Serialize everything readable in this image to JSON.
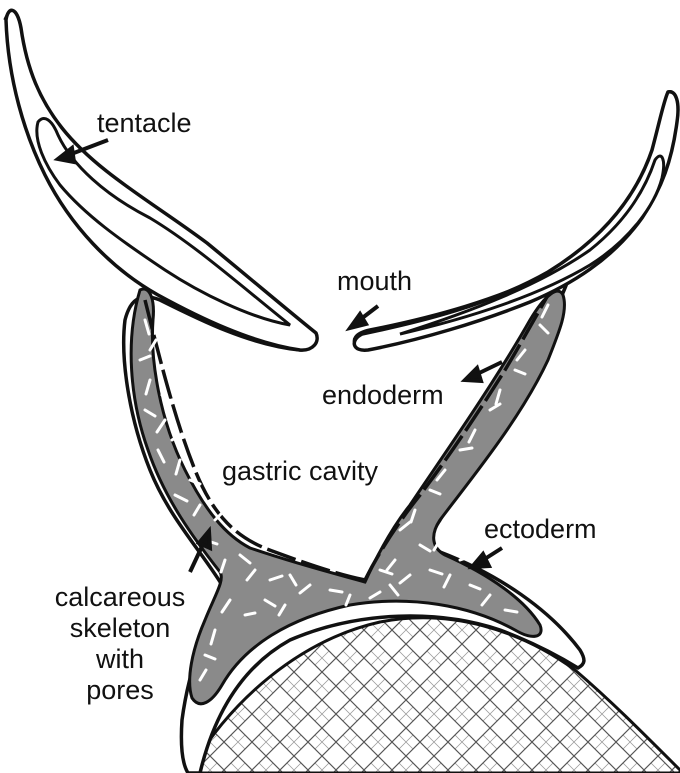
{
  "labels": {
    "tentacle": "tentacle",
    "mouth": "mouth",
    "endoderm": "endoderm",
    "gastric_cavity": "gastric cavity",
    "ectoderm": "ectoderm",
    "skeleton": [
      "calcareous",
      "skeleton",
      "with",
      "pores"
    ]
  },
  "colors": {
    "outline": "#111111",
    "skeleton_fill": "#8a8a8a",
    "pore_lines": "#ffffff",
    "substrate_hatch": "#555555",
    "background": "#ffffff"
  }
}
